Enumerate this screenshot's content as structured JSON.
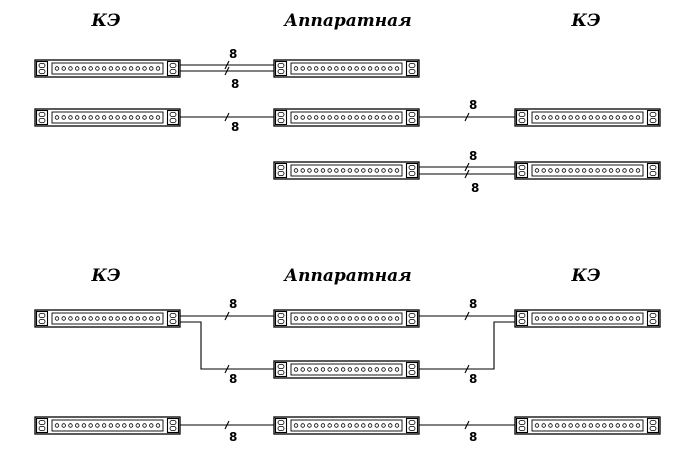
{
  "section1": {
    "header_left": "КЭ",
    "header_center": "Аппаратная",
    "header_right": "КЭ",
    "link_counts": [
      "8",
      "8",
      "8",
      "8",
      "8"
    ]
  },
  "section2": {
    "header_left": "КЭ",
    "header_center": "Аппаратная",
    "header_right": "КЭ",
    "link_counts": [
      "8",
      "8",
      "8",
      "8",
      "8",
      "8"
    ]
  },
  "panel": {
    "ports_per_panel": 16
  }
}
